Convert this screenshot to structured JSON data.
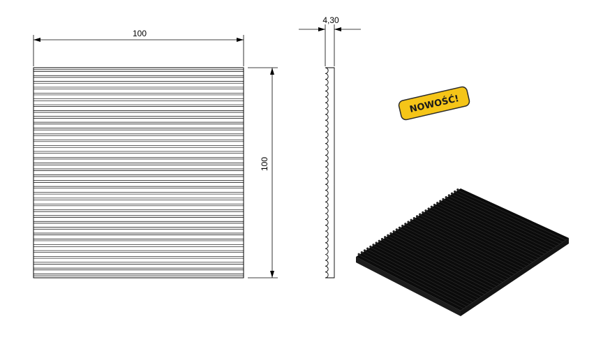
{
  "dimensions": {
    "width_label": "100",
    "height_label": "100",
    "thickness_label": "4,30"
  },
  "badge": {
    "text": "NOWOŚĆ!",
    "background_color": "#f5c518",
    "border_color": "#2a2a2a"
  },
  "panel": {
    "color": "#0b0b0b",
    "groove_count": 36
  },
  "icons": [
    "dimension-arrow-icon"
  ]
}
